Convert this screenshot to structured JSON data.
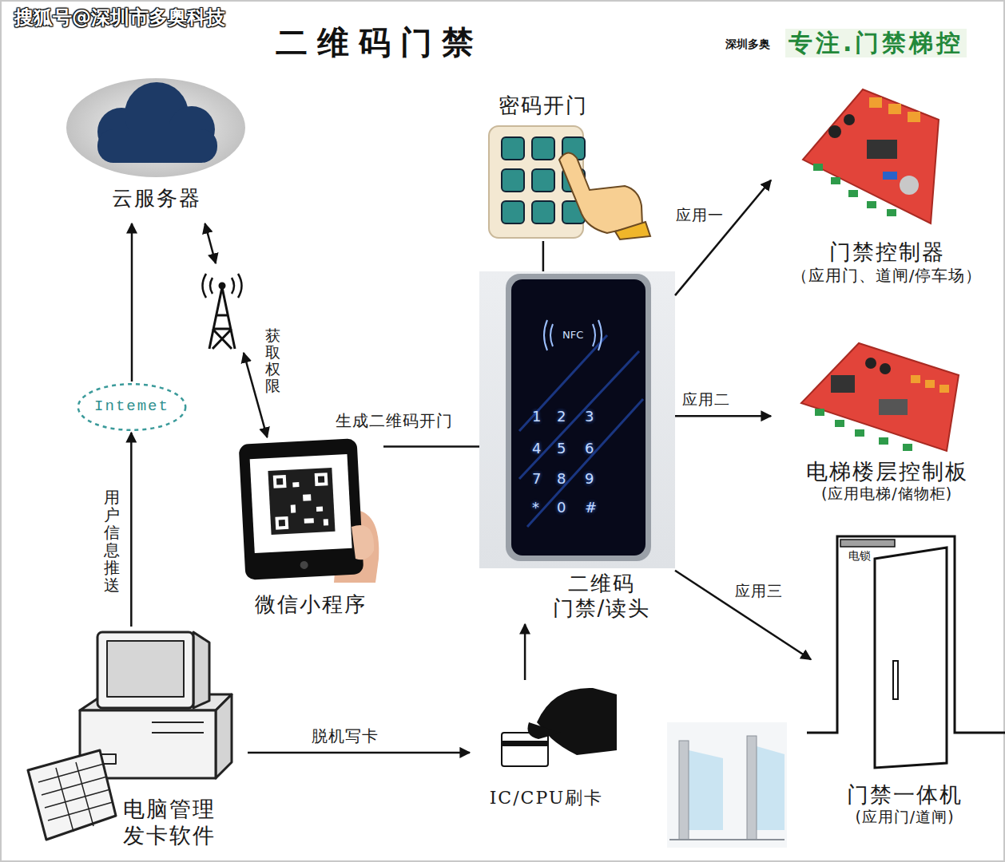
{
  "diagram": {
    "title": "二维码门禁",
    "nodes": [
      {
        "text": [
          "云服务器"
        ]
      },
      {
        "text": [
          "Intemet"
        ]
      },
      {
        "text": [
          "微信小程序"
        ]
      },
      {
        "text": [
          "电脑管理 发卡软件"
        ]
      },
      {
        "text": [
          "密码开门"
        ]
      },
      {
        "text": [
          "二维码 门禁/读头"
        ]
      },
      {
        "text": [
          "IC/CPU刷卡"
        ]
      },
      {
        "text": [
          "门禁控制器",
          "（应用门、道闸/停车场）"
        ]
      },
      {
        "text": [
          "电梯楼层控制板",
          "(应用电梯/储物柜)"
        ]
      },
      {
        "text": [
          "门禁一体机",
          "(应用门/道闸)"
        ]
      }
    ],
    "edges": [
      {
        "from": 3,
        "to": 1,
        "label": "用户信息推送",
        "arrow": "to"
      },
      {
        "from": 1,
        "to": 0,
        "arrow": "to"
      },
      {
        "from": 0,
        "to": 2,
        "label": "获取权限",
        "arrow": "both"
      },
      {
        "from": 2,
        "to": 5,
        "label": "生成二维码开门",
        "arrow": "none"
      },
      {
        "from": 4,
        "to": 5,
        "arrow": "none"
      },
      {
        "from": 6,
        "to": 5,
        "arrow": "to"
      },
      {
        "from": 3,
        "to": 6,
        "label": "脱机写卡",
        "arrow": "to"
      },
      {
        "from": 5,
        "to": 7,
        "label": "应用一",
        "arrow": "to"
      },
      {
        "from": 5,
        "to": 8,
        "label": "应用二",
        "arrow": "to"
      },
      {
        "from": 5,
        "to": 9,
        "label": "应用三",
        "arrow": "to"
      }
    ],
    "labels": [
      "搜狐号@深圳市多奥科技",
      "深圳多奥",
      "专注.门禁梯控",
      "电锁",
      "NFC",
      "1",
      "2",
      "3",
      "4",
      "5",
      "6",
      "7",
      "8",
      "9",
      "*",
      "0",
      "#"
    ]
  }
}
